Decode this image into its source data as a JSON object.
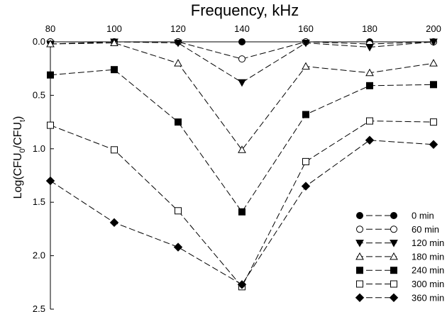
{
  "chart_data": {
    "type": "line",
    "title": "Frequency, kHz",
    "xlabel": "Frequency, kHz",
    "ylabel": "Log(CFU0/CFUt)",
    "ylabel_parts": {
      "prefix": "Log(CFU",
      "sub0": "0",
      "mid": "/CFU",
      "subt": "t",
      "suffix": ")"
    },
    "x": [
      80,
      100,
      120,
      140,
      160,
      180,
      200
    ],
    "x_tick_labels": [
      "80",
      "100",
      "120",
      "140",
      "160",
      "180",
      "200"
    ],
    "y_tick_labels": [
      "0.0",
      "0.5",
      "1.0",
      "1.5",
      "2.0",
      "2.5"
    ],
    "y_ticks": [
      0,
      0.5,
      1.0,
      1.5,
      2.0,
      2.5
    ],
    "xlim": [
      80,
      200
    ],
    "ylim": [
      0,
      2.5
    ],
    "y_inverted": true,
    "x_axis_position": "top",
    "grid": false,
    "legend_position": "bottom-right",
    "series": [
      {
        "name": "0 min",
        "marker": "circle-filled",
        "values": [
          0.0,
          0.0,
          0.0,
          0.0,
          0.0,
          0.0,
          0.0
        ]
      },
      {
        "name": "60 min",
        "marker": "circle-open",
        "values": [
          0.0,
          0.0,
          0.0,
          0.16,
          0.0,
          0.02,
          0.0
        ]
      },
      {
        "name": "120 min",
        "marker": "triangle-down-filled",
        "values": [
          0.02,
          0.0,
          0.01,
          0.38,
          0.01,
          0.05,
          0.0
        ]
      },
      {
        "name": "180 min",
        "marker": "triangle-up-open",
        "values": [
          0.02,
          0.01,
          0.2,
          1.01,
          0.23,
          0.29,
          0.2
        ]
      },
      {
        "name": "240 min",
        "marker": "square-filled",
        "values": [
          0.31,
          0.26,
          0.75,
          1.59,
          0.68,
          0.41,
          0.4
        ]
      },
      {
        "name": "300 min",
        "marker": "square-open",
        "values": [
          0.78,
          1.01,
          1.58,
          2.29,
          1.12,
          0.74,
          0.75
        ]
      },
      {
        "name": "360 min",
        "marker": "diamond-filled",
        "values": [
          1.3,
          1.69,
          1.92,
          2.27,
          1.35,
          0.92,
          0.96
        ]
      }
    ]
  }
}
